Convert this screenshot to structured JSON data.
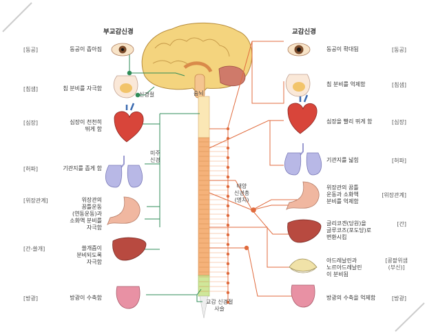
{
  "headers": {
    "parasympathetic": "부교감신경",
    "sympathetic": "교감신경"
  },
  "left_rows": [
    {
      "tag": "[동공]",
      "effect": "동공이 좁아짐"
    },
    {
      "tag": "[침샘]",
      "effect": "침 분비를 자극함"
    },
    {
      "tag": "[심장]",
      "effect": "심장이 천천히\n뛰게 함"
    },
    {
      "tag": "[허파]",
      "effect": "기관지를 좁게 함"
    },
    {
      "tag": "[위장관계]",
      "effect": "위장관의\n꿈틀운동\n(연동운동)과\n소화액 분비를\n자극함"
    },
    {
      "tag": "[간-쓸개]",
      "effect": "쓸개즙이\n분비되도록\n자극함"
    },
    {
      "tag": "[방광]",
      "effect": "방광이 수축함"
    }
  ],
  "right_rows": [
    {
      "tag": "[동공]",
      "effect": "동공이 확대됨"
    },
    {
      "tag": "[침샘]",
      "effect": "침 분비를 억제함"
    },
    {
      "tag": "[심장]",
      "effect": "심장을 빨리 뛰게 함"
    },
    {
      "tag": "[허파]",
      "effect": "기관지를 넓힘"
    },
    {
      "tag": "[위장관계]",
      "effect": "위장관의 꿈틀\n운동과 소화액\n분비를 억제함"
    },
    {
      "tag": "[간]",
      "effect": "글리코겐(당원)을\n글루코즈(포도당)로\n변환시킴"
    },
    {
      "tag": "[콩팥위샘\n(부신)]",
      "effect": "아드레날린과\n노르아드레날린\n이 분비됨"
    },
    {
      "tag": "[방광]",
      "effect": "방광의 수축을 억제함"
    }
  ],
  "labels": {
    "ganglion": "신경절",
    "brainstem": "숨뇌",
    "vagus": "미주\n신경",
    "solar_plexus": "태양\n신경총\n(명치)",
    "sympathetic_chain": "교감 신경절\n사슬"
  },
  "colors": {
    "parasympathetic_line": "#2e8b57",
    "sympathetic_line": "#e06a3c",
    "spine": "#f5b27a",
    "brain": "#f2d27c",
    "sacral": "#cfe79a"
  }
}
